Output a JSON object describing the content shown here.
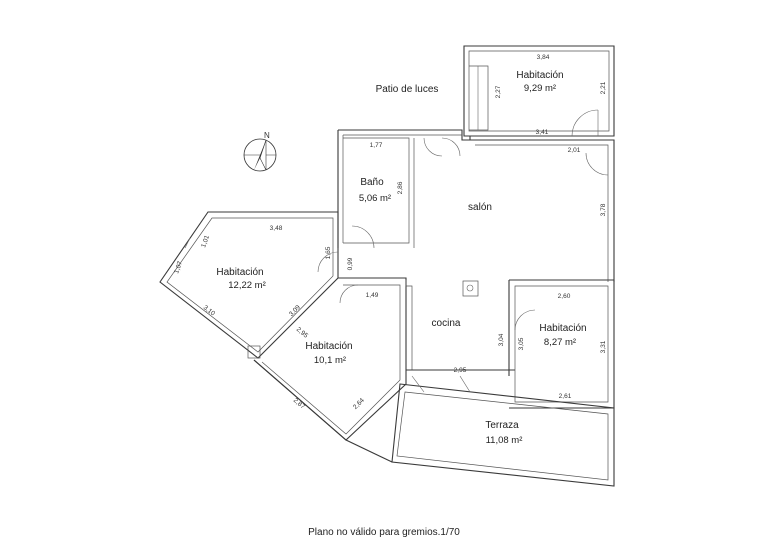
{
  "rooms": [
    {
      "label": "Habitación",
      "area": "9,29 m²"
    },
    {
      "label": "Baño",
      "area": "5,06 m²"
    },
    {
      "label": "salón",
      "area": ""
    },
    {
      "label": "Habitación",
      "area": "12,22 m²"
    },
    {
      "label": "Habitación",
      "area": "10,1 m²"
    },
    {
      "label": "cocina",
      "area": ""
    },
    {
      "label": "Habitación",
      "area": "8,27 m²"
    },
    {
      "label": "Terraza",
      "area": "11,08 m²"
    },
    {
      "label": "Patio de luces",
      "area": ""
    }
  ],
  "dimensions": [
    "3,84",
    "2,27",
    "2,21",
    "3,41",
    "1,77",
    "2,86",
    "2,01",
    "3,78",
    "3,48",
    "1,01",
    "1,07",
    "1,65",
    "0,99",
    "3,10",
    "3,09",
    "1,49",
    "2,95",
    "2,60",
    "3,04",
    "3,05",
    "3,31",
    "2,95",
    "2,87",
    "2,64",
    "2,61"
  ],
  "compass": {
    "north_label": "N"
  },
  "footer": {
    "note": "Plano no válido para gremios.1/70"
  }
}
